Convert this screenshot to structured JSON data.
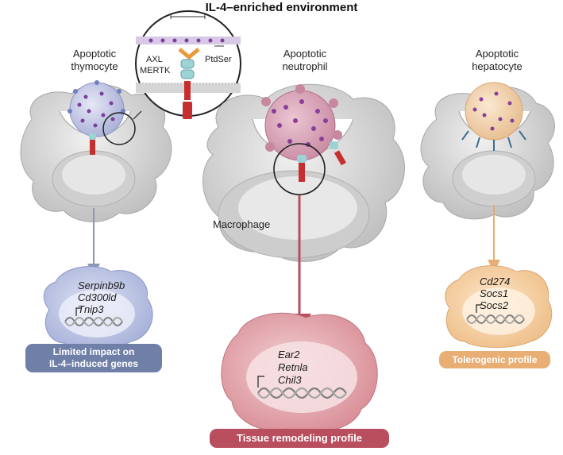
{
  "title": "IL-4–enriched environment",
  "cells": {
    "thymocyte": {
      "line1": "Apoptotic",
      "line2": "thymocyte"
    },
    "neutrophil": {
      "line1": "Apoptotic",
      "line2": "neutrophil"
    },
    "hepatocyte": {
      "line1": "Apoptotic",
      "line2": "hepatocyte"
    }
  },
  "inset": {
    "axl": "AXL",
    "mertk": "MERTK",
    "ptdser": "PtdSer"
  },
  "macrophage_label": "Macrophage",
  "outcomes": {
    "left": {
      "genes": [
        "Serpinb9b",
        "Cd300ld",
        "Tnip3"
      ],
      "profile_line1": "Limited impact on",
      "profile_line2": "IL-4–induced genes"
    },
    "center": {
      "genes": [
        "Ear2",
        "Retnla",
        "Chil3"
      ],
      "profile": "Tissue remodeling profile"
    },
    "right": {
      "genes": [
        "Cd274",
        "Socs1",
        "Socs2"
      ],
      "profile": "Tolerogenic profile"
    }
  },
  "colors": {
    "macrophage": "#d9d9d9",
    "thymocyte": "#c9cde8",
    "neutrophil": "#d9a3b8",
    "hepatocyte": "#f3d3ab",
    "left_outcome": "#b9c2e3",
    "center_outcome": "#e3a7ad",
    "right_outcome": "#f5cfa3",
    "left_pill": "#6f7fa8",
    "center_pill": "#b84e5e",
    "right_pill": "#e8ae73"
  }
}
